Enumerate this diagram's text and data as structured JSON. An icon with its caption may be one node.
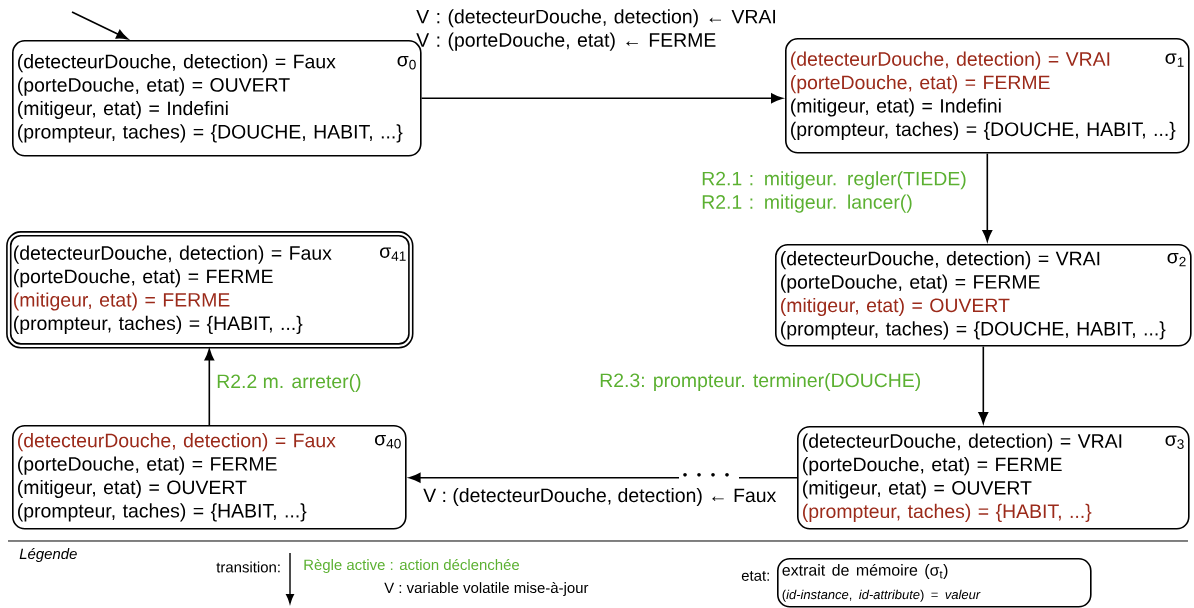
{
  "diagram": {
    "nodes": [
      {
        "text": [
          "(detecteurDouche, detection) = Faux",
          "(porteDouche, etat) = OUVERT",
          "(mitigeur, etat)  = Indefini",
          "(prompteur, taches) = {DOUCHE, HABIT, ...}",
          "σ$_{0}$"
        ]
      },
      {
        "text": [
          "(detecteurDouche, detection) = VRAI",
          "(porteDouche, etat) = FERME",
          "(mitigeur, etat)  = Indefini",
          "(prompteur, taches) = {DOUCHE, HABIT, ...}",
          "σ$_{1}$"
        ]
      },
      {
        "text": [
          "(detecteurDouche, detection) = VRAI",
          "(porteDouche, etat) = FERME",
          "(mitigeur, etat) = OUVERT",
          "(prompteur, taches) = {DOUCHE, HABIT, ...}",
          "σ$_{2}$"
        ]
      },
      {
        "text": [
          "(detecteurDouche, detection) = VRAI",
          "(porteDouche, etat) = FERME",
          "(mitigeur, etat) = OUVERT",
          "(prompteur, taches) = {HABIT, ...}",
          "σ$_{3}$"
        ]
      },
      {
        "text": [
          "(detecteurDouche, detection) = Faux",
          "(porteDouche, etat) = FERME",
          "(mitigeur, etat) = OUVERT",
          "(prompteur, taches) = {HABIT, ...}",
          "σ$_{40}$"
        ]
      },
      {
        "text": [
          "(detecteurDouche, detection) = Faux",
          "(porteDouche, etat) = FERME",
          "(mitigeur, etat) = FERME",
          "(prompteur, taches) = {HABIT, ...}",
          "σ$_{41}$"
        ]
      },
      {
        "text": [
          "extrait de mémoire (σ$_{t}$)",
          "(*id-instance*, *id-attribute*) = *valeur*"
        ]
      }
    ],
    "edges": [
      {
        "from": null,
        "to": 0,
        "arrow": "to"
      },
      {
        "from": 0,
        "to": 1,
        "arrow": "to",
        "label": "V : (detecteurDouche, detection) ← VRAI V : (porteDouche, etat) ← FERME"
      },
      {
        "from": 1,
        "to": 2,
        "arrow": "to",
        "label": "R2.1 : mitigeur. regler(TIEDE) R2.1 : mitigeur. lancer()"
      },
      {
        "from": 2,
        "to": 3,
        "arrow": "to",
        "label": "R2.3: prompteur. terminer(DOUCHE)"
      },
      {
        "from": 3,
        "to": 4,
        "arrow": "to",
        "label": "V : (detecteurDouche, detection) ← Faux"
      },
      {
        "from": 4,
        "to": 5,
        "arrow": "to",
        "label": "R2.2 m. arreter()"
      }
    ],
    "labels": [
      "Légende",
      "Règle active : action déclenchée",
      "V : variable volatile mise-à-jour"
    ],
    "legend": [
      {
        "text": "transition:"
      },
      {
        "text": "etat:"
      }
    ]
  }
}
